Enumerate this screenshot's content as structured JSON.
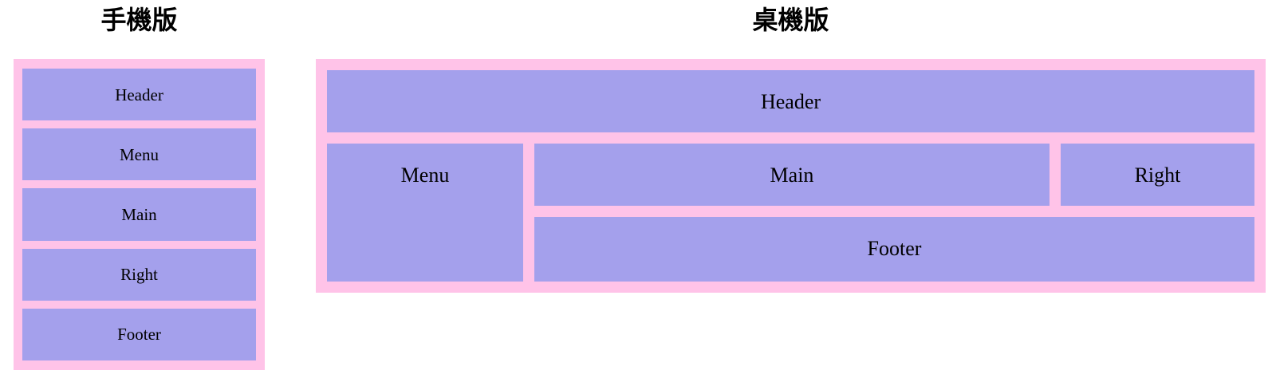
{
  "colors": {
    "page_bg": "#ffffff",
    "frame_pink": "#ffc3e8",
    "box_purple": "#a4a0ec",
    "label_text": "#000000",
    "title_text": "#000000"
  },
  "mobile": {
    "title": "手機版",
    "boxes": [
      {
        "label": "Header"
      },
      {
        "label": "Menu"
      },
      {
        "label": "Main"
      },
      {
        "label": "Right"
      },
      {
        "label": "Footer"
      }
    ]
  },
  "desktop": {
    "title": "桌機版",
    "boxes": {
      "header": {
        "label": "Header"
      },
      "menu": {
        "label": "Menu"
      },
      "main": {
        "label": "Main"
      },
      "right": {
        "label": "Right"
      },
      "footer": {
        "label": "Footer"
      }
    }
  }
}
